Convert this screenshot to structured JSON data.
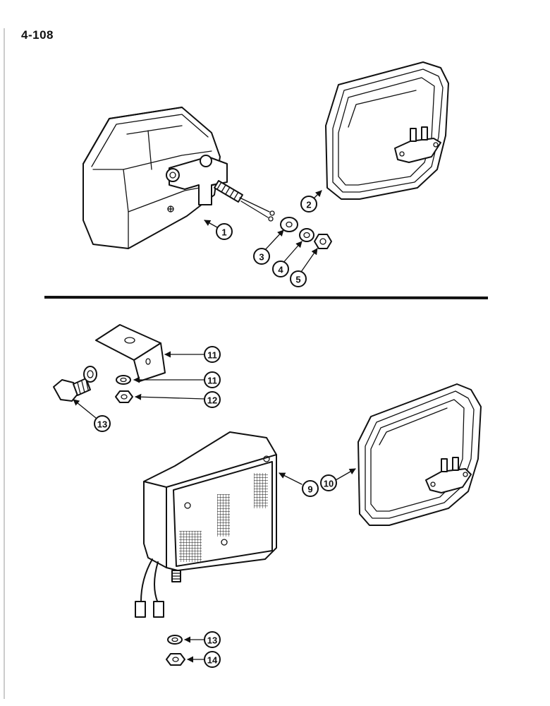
{
  "page": {
    "number": "4-108"
  },
  "callouts": [
    "1",
    "2",
    "3",
    "4",
    "5",
    "9",
    "10",
    "11",
    "12",
    "13",
    "14",
    "13",
    "14"
  ],
  "colors": {
    "ink": "#111111",
    "paper": "#ffffff"
  }
}
